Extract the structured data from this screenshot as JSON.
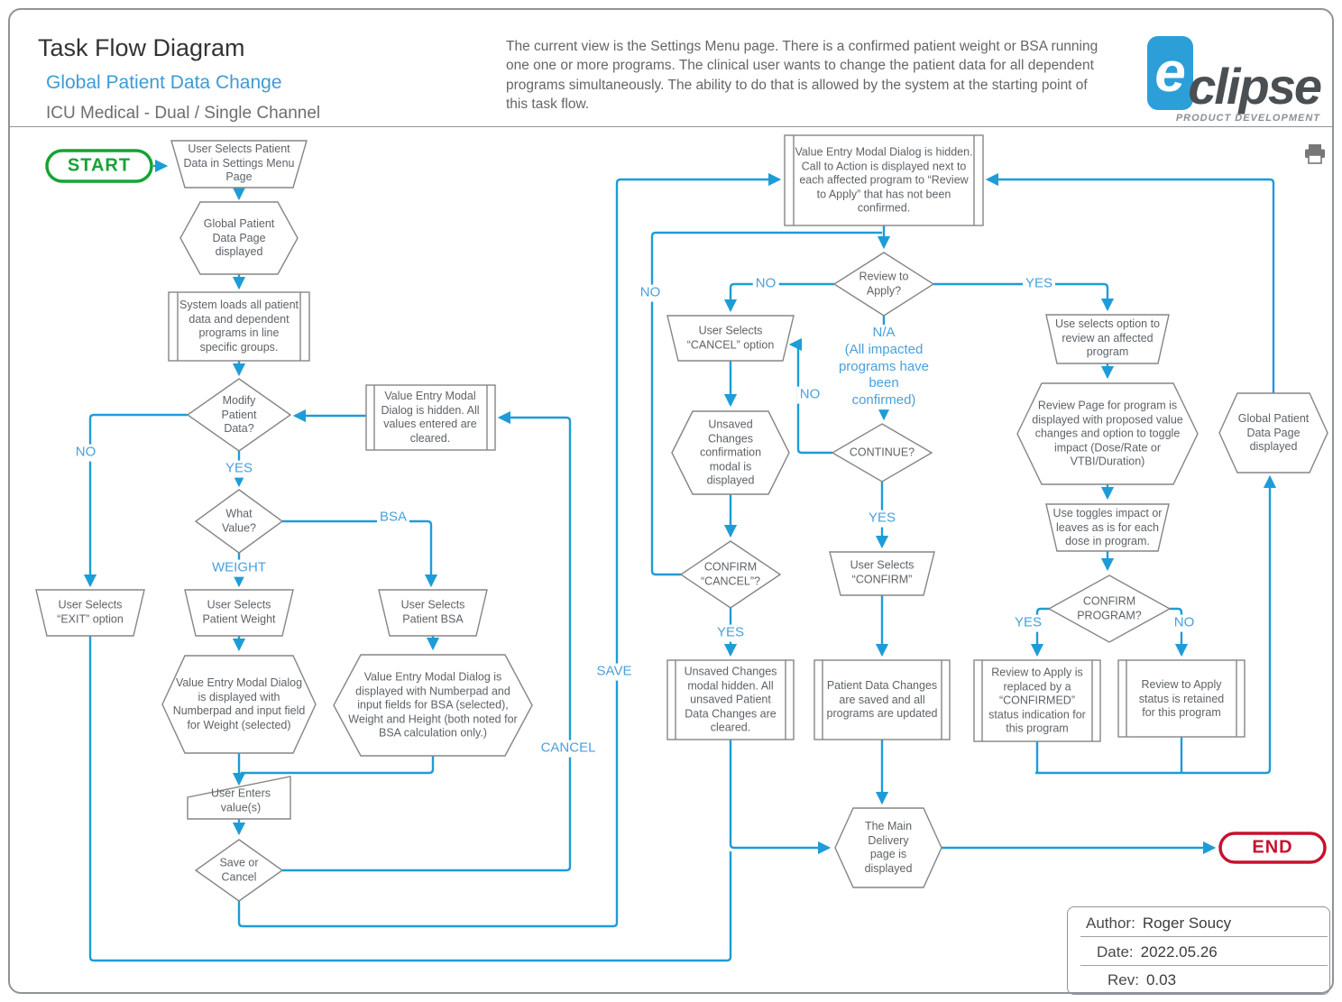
{
  "header": {
    "title": "Task Flow Diagram",
    "subtitle": "Global Patient Data Change",
    "product": "ICU Medical - Dual / Single Channel",
    "description": "The current view is the Settings Menu page. There is a confirmed patient weight or BSA running one one or more programs. The clinical user wants to change the patient data for all dependent programs simultaneously. The ability to do that is allowed by the system at the starting point of this task flow.",
    "logo": {
      "e": "e",
      "word": "clipse",
      "tagline": "PRODUCT DEVELOPMENT"
    }
  },
  "colors": {
    "flow_line": "#1e9cd8",
    "branch_label": "#4aa0dc",
    "start_green": "#16a335",
    "end_red": "#c8102e",
    "accent_blue": "#3d9bd6",
    "shape_stroke": "#858585",
    "node_text": "#5e6368"
  },
  "nodes": {
    "start": {
      "text": "START"
    },
    "select_data": {
      "text": "User Selects Patient Data in Settings Menu Page"
    },
    "global_pdp1": {
      "text": "Global Patient Data Page displayed"
    },
    "system_loads": {
      "text": "System loads all patient data and dependent programs in line specific groups."
    },
    "modify": {
      "text": "Modify Patient Data?"
    },
    "vem_cleared": {
      "text": "Value Entry Modal Dialog is hidden. All values entered are cleared."
    },
    "what_value": {
      "text": "What Value?"
    },
    "exit": {
      "text": "User Selects “EXIT” option"
    },
    "weight": {
      "text": "User Selects Patient Weight"
    },
    "bsa": {
      "text": "User Selects Patient BSA"
    },
    "vem_weight": {
      "text": "Value Entry Modal Dialog is displayed with Numberpad and input field for Weight (selected)"
    },
    "vem_bsa": {
      "text": "Value Entry Modal Dialog is displayed with Numberpad and input fields for BSA (selected), Weight and Height (both noted for BSA calculation only.)"
    },
    "enter_values": {
      "text": "User Enters value(s)"
    },
    "save_or_cancel": {
      "text": "Save or Cancel"
    },
    "vem_cta": {
      "text": "Value Entry Modal Dialog is hidden.\nCall to Action is displayed next to each affected program to “Review to Apply” that has not been confirmed."
    },
    "review_apply": {
      "text": "Review to Apply?"
    },
    "cancel_option": {
      "text": "User Selects “CANCEL” option"
    },
    "unsaved_modal": {
      "text": "Unsaved Changes confirmation modal is displayed"
    },
    "confirm_cancel": {
      "text": "CONFIRM “CANCEL”?"
    },
    "unsaved_hidden": {
      "text": "Unsaved Changes modal hidden. All unsaved Patient Data Changes are cleared."
    },
    "continue_q": {
      "text": "CONTINUE?"
    },
    "confirm": {
      "text": "User Selects “CONFIRM”"
    },
    "patient_saved": {
      "text": "Patient Data Changes are saved and all programs are updated"
    },
    "review_affected": {
      "text": "Use selects option to review an affected program"
    },
    "review_page": {
      "text": "Review Page for program is displayed with proposed value changes and option to toggle impact (Dose/Rate or VTBI/Duration)"
    },
    "toggles": {
      "text": "Use toggles impact or leaves as is for each dose in program."
    },
    "confirm_program": {
      "text": "CONFIRM PROGRAM?"
    },
    "confirmed_status": {
      "text": "Review to Apply is replaced by a “CONFIRMED” status indication for this program"
    },
    "status_retained": {
      "text": "Review to Apply status is retained for this program"
    },
    "global_pdp2": {
      "text": "Global Patient Data Page displayed"
    },
    "main_delivery": {
      "text": "The Main Delivery page is displayed"
    },
    "end": {
      "text": "END"
    }
  },
  "labels": {
    "modify_no": "NO",
    "modify_yes": "YES",
    "weight": "WEIGHT",
    "bsa": "BSA",
    "save": "SAVE",
    "cancel": "CANCEL",
    "cc_loop_no": "NO",
    "review_no": "NO",
    "review_yes": "YES",
    "na": "N/A\n(All impacted\nprograms have\nbeen\nconfirmed)",
    "continue_no": "NO",
    "continue_yes": "YES",
    "cc_yes": "YES",
    "cp_yes": "YES",
    "cp_no": "NO"
  },
  "infobox": {
    "author_label": "Author:",
    "author": "Roger Soucy",
    "date_label": "Date:",
    "date": "2022.05.26",
    "rev_label": "Rev:",
    "rev": "0.03"
  }
}
